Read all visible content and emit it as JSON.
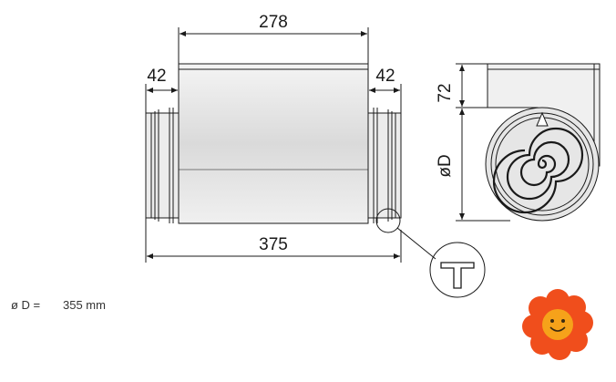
{
  "dimensions": {
    "body_length": "278",
    "left_spigot": "42",
    "right_spigot": "42",
    "total_length": "375",
    "box_height": "72",
    "diameter_label": "øD"
  },
  "spec": {
    "diameter_label": "ø D =",
    "diameter_value": "355 mm"
  },
  "icons": {
    "logo": "sunflower-smiley-icon",
    "detail": "t-profile-seal-detail-icon"
  },
  "colors": {
    "line": "#1a1a1a",
    "flower_petal": "#f04e1c",
    "flower_center": "#f6a21a"
  }
}
